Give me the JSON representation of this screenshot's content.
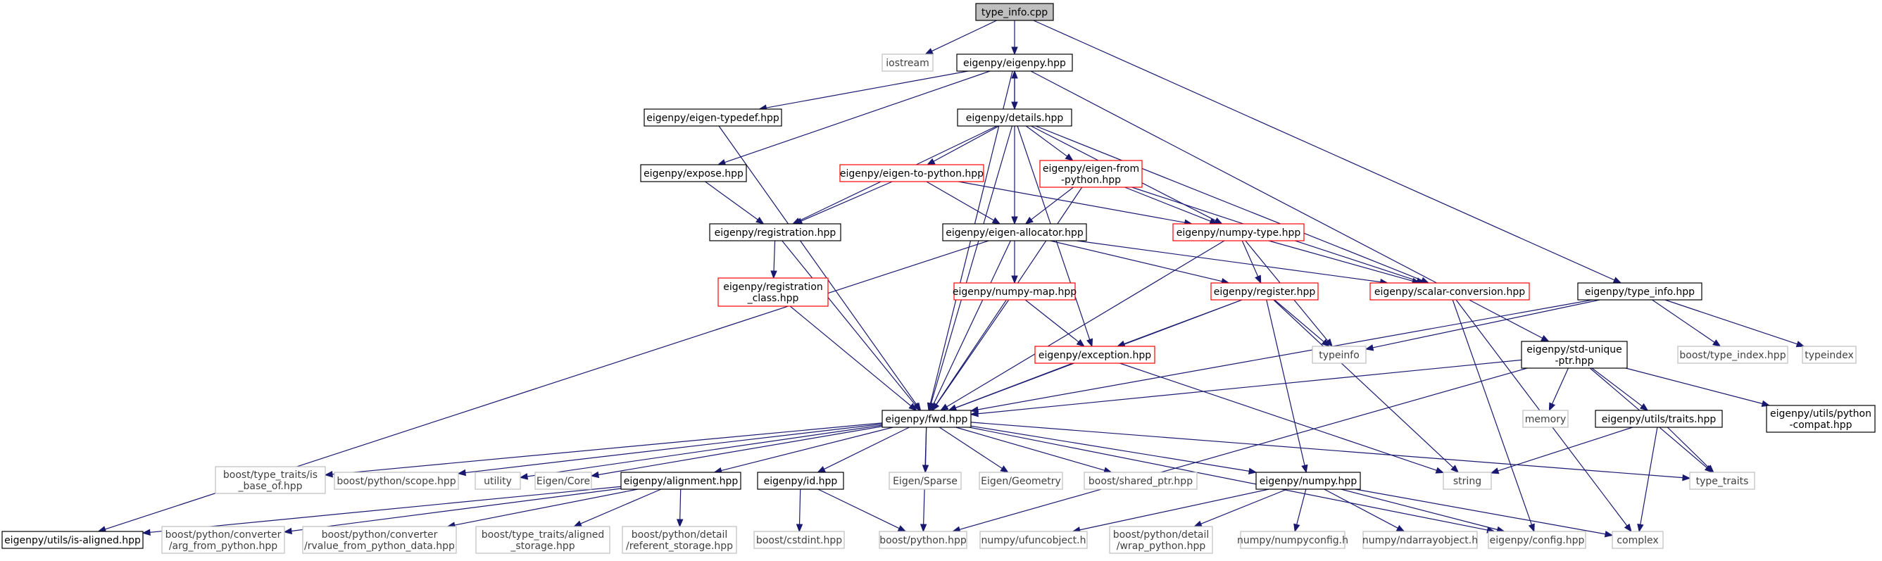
{
  "colors": {
    "edge": "#191970",
    "black_border": "#000000",
    "red_border": "#ff0000",
    "gray_border": "#bfbfbf",
    "gray_text": "#404040",
    "root_fill": "#bfbfbf"
  },
  "nodes": [
    {
      "id": "type_info_cpp",
      "lines": [
        "type_info.cpp"
      ],
      "style": "root"
    },
    {
      "id": "iostream",
      "lines": [
        "iostream"
      ],
      "style": "gray"
    },
    {
      "id": "eigenpy_hpp",
      "lines": [
        "eigenpy/eigenpy.hpp"
      ],
      "style": "black"
    },
    {
      "id": "type_info_hpp",
      "lines": [
        "eigenpy/type_info.hpp"
      ],
      "style": "black"
    },
    {
      "id": "eigen_typedef",
      "lines": [
        "eigenpy/eigen-typedef.hpp"
      ],
      "style": "black"
    },
    {
      "id": "details",
      "lines": [
        "eigenpy/details.hpp"
      ],
      "style": "black"
    },
    {
      "id": "expose",
      "lines": [
        "eigenpy/expose.hpp"
      ],
      "style": "black"
    },
    {
      "id": "eigen_to_python",
      "lines": [
        "eigenpy/eigen-to-python.hpp"
      ],
      "style": "red"
    },
    {
      "id": "eigen_from_python",
      "lines": [
        "eigenpy/eigen-from",
        "-python.hpp"
      ],
      "style": "red"
    },
    {
      "id": "registration",
      "lines": [
        "eigenpy/registration.hpp"
      ],
      "style": "black"
    },
    {
      "id": "eigen_allocator",
      "lines": [
        "eigenpy/eigen-allocator.hpp"
      ],
      "style": "black"
    },
    {
      "id": "numpy_type",
      "lines": [
        "eigenpy/numpy-type.hpp"
      ],
      "style": "red"
    },
    {
      "id": "registration_class",
      "lines": [
        "eigenpy/registration",
        "_class.hpp"
      ],
      "style": "red"
    },
    {
      "id": "numpy_map",
      "lines": [
        "eigenpy/numpy-map.hpp"
      ],
      "style": "red"
    },
    {
      "id": "register",
      "lines": [
        "eigenpy/register.hpp"
      ],
      "style": "red"
    },
    {
      "id": "scalar_conversion",
      "lines": [
        "eigenpy/scalar-conversion.hpp"
      ],
      "style": "red"
    },
    {
      "id": "exception",
      "lines": [
        "eigenpy/exception.hpp"
      ],
      "style": "red"
    },
    {
      "id": "typeinfo",
      "lines": [
        "typeinfo"
      ],
      "style": "gray"
    },
    {
      "id": "std_unique_ptr",
      "lines": [
        "eigenpy/std-unique",
        "-ptr.hpp"
      ],
      "style": "black"
    },
    {
      "id": "boost_type_index",
      "lines": [
        "boost/type_index.hpp"
      ],
      "style": "gray"
    },
    {
      "id": "typeindex",
      "lines": [
        "typeindex"
      ],
      "style": "gray"
    },
    {
      "id": "fwd",
      "lines": [
        "eigenpy/fwd.hpp"
      ],
      "style": "black"
    },
    {
      "id": "memory",
      "lines": [
        "memory"
      ],
      "style": "gray"
    },
    {
      "id": "utils_traits",
      "lines": [
        "eigenpy/utils/traits.hpp"
      ],
      "style": "black"
    },
    {
      "id": "python_compat",
      "lines": [
        "eigenpy/utils/python",
        "-compat.hpp"
      ],
      "style": "black"
    },
    {
      "id": "is_base_of",
      "lines": [
        "boost/type_traits/is",
        "_base_of.hpp"
      ],
      "style": "gray"
    },
    {
      "id": "python_scope",
      "lines": [
        "boost/python/scope.hpp"
      ],
      "style": "gray"
    },
    {
      "id": "utility",
      "lines": [
        "utility"
      ],
      "style": "gray"
    },
    {
      "id": "eigen_core",
      "lines": [
        "Eigen/Core"
      ],
      "style": "gray"
    },
    {
      "id": "alignment",
      "lines": [
        "eigenpy/alignment.hpp"
      ],
      "style": "black"
    },
    {
      "id": "id_hpp",
      "lines": [
        "eigenpy/id.hpp"
      ],
      "style": "black"
    },
    {
      "id": "eigen_sparse",
      "lines": [
        "Eigen/Sparse"
      ],
      "style": "gray"
    },
    {
      "id": "eigen_geometry",
      "lines": [
        "Eigen/Geometry"
      ],
      "style": "gray"
    },
    {
      "id": "shared_ptr",
      "lines": [
        "boost/shared_ptr.hpp"
      ],
      "style": "gray"
    },
    {
      "id": "numpy_hpp",
      "lines": [
        "eigenpy/numpy.hpp"
      ],
      "style": "black"
    },
    {
      "id": "string",
      "lines": [
        "string"
      ],
      "style": "gray"
    },
    {
      "id": "type_traits",
      "lines": [
        "type_traits"
      ],
      "style": "gray"
    },
    {
      "id": "is_aligned",
      "lines": [
        "eigenpy/utils/is-aligned.hpp"
      ],
      "style": "black"
    },
    {
      "id": "arg_from_python",
      "lines": [
        "boost/python/converter",
        "/arg_from_python.hpp"
      ],
      "style": "gray"
    },
    {
      "id": "rvalue_from_python",
      "lines": [
        "boost/python/converter",
        "/rvalue_from_python_data.hpp"
      ],
      "style": "gray"
    },
    {
      "id": "aligned_storage",
      "lines": [
        "boost/type_traits/aligned",
        "_storage.hpp"
      ],
      "style": "gray"
    },
    {
      "id": "referent_storage",
      "lines": [
        "boost/python/detail",
        "/referent_storage.hpp"
      ],
      "style": "gray"
    },
    {
      "id": "cstdint",
      "lines": [
        "boost/cstdint.hpp"
      ],
      "style": "gray"
    },
    {
      "id": "boost_python",
      "lines": [
        "boost/python.hpp"
      ],
      "style": "gray"
    },
    {
      "id": "ufuncobject",
      "lines": [
        "numpy/ufuncobject.h"
      ],
      "style": "gray"
    },
    {
      "id": "wrap_python",
      "lines": [
        "boost/python/detail",
        "/wrap_python.hpp"
      ],
      "style": "gray"
    },
    {
      "id": "numpyconfig",
      "lines": [
        "numpy/numpyconfig.h"
      ],
      "style": "gray"
    },
    {
      "id": "ndarrayobject",
      "lines": [
        "numpy/ndarrayobject.h"
      ],
      "style": "gray"
    },
    {
      "id": "config",
      "lines": [
        "eigenpy/config.hpp"
      ],
      "style": "gray"
    },
    {
      "id": "complex",
      "lines": [
        "complex"
      ],
      "style": "gray"
    }
  ],
  "edges": [
    [
      "type_info_cpp",
      "iostream"
    ],
    [
      "type_info_cpp",
      "eigenpy_hpp"
    ],
    [
      "type_info_cpp",
      "type_info_hpp"
    ],
    [
      "eigenpy_hpp",
      "eigen_typedef"
    ],
    [
      "eigenpy_hpp",
      "details"
    ],
    [
      "eigenpy_hpp",
      "expose"
    ],
    [
      "eigenpy_hpp",
      "fwd"
    ],
    [
      "eigenpy_hpp",
      "std_unique_ptr"
    ],
    [
      "details",
      "eigenpy_hpp"
    ],
    [
      "details",
      "eigen_to_python"
    ],
    [
      "details",
      "eigen_from_python"
    ],
    [
      "details",
      "registration"
    ],
    [
      "details",
      "eigen_allocator"
    ],
    [
      "details",
      "numpy_type"
    ],
    [
      "details",
      "scalar_conversion"
    ],
    [
      "details",
      "exception"
    ],
    [
      "details",
      "fwd"
    ],
    [
      "eigen_typedef",
      "fwd"
    ],
    [
      "expose",
      "registration"
    ],
    [
      "eigen_to_python",
      "registration"
    ],
    [
      "eigen_to_python",
      "eigen_allocator"
    ],
    [
      "eigen_to_python",
      "numpy_type"
    ],
    [
      "eigen_from_python",
      "eigen_allocator"
    ],
    [
      "eigen_from_python",
      "numpy_type"
    ],
    [
      "eigen_from_python",
      "scalar_conversion"
    ],
    [
      "eigen_from_python",
      "fwd"
    ],
    [
      "registration",
      "registration_class"
    ],
    [
      "registration",
      "fwd"
    ],
    [
      "registration_class",
      "fwd"
    ],
    [
      "eigen_allocator",
      "numpy_map"
    ],
    [
      "eigen_allocator",
      "register"
    ],
    [
      "eigen_allocator",
      "scalar_conversion"
    ],
    [
      "eigen_allocator",
      "is_aligned"
    ],
    [
      "eigen_allocator",
      "fwd"
    ],
    [
      "numpy_type",
      "register"
    ],
    [
      "numpy_type",
      "scalar_conversion"
    ],
    [
      "numpy_type",
      "typeinfo"
    ],
    [
      "numpy_type",
      "fwd"
    ],
    [
      "numpy_map",
      "exception"
    ],
    [
      "numpy_map",
      "fwd"
    ],
    [
      "register",
      "exception"
    ],
    [
      "register",
      "typeinfo"
    ],
    [
      "register",
      "string"
    ],
    [
      "register",
      "numpy_hpp"
    ],
    [
      "register",
      "fwd"
    ],
    [
      "scalar_conversion",
      "config"
    ],
    [
      "scalar_conversion",
      "complex"
    ],
    [
      "exception",
      "fwd"
    ],
    [
      "exception",
      "string"
    ],
    [
      "type_info_hpp",
      "typeinfo"
    ],
    [
      "type_info_hpp",
      "boost_type_index"
    ],
    [
      "type_info_hpp",
      "typeindex"
    ],
    [
      "type_info_hpp",
      "fwd"
    ],
    [
      "std_unique_ptr",
      "fwd"
    ],
    [
      "std_unique_ptr",
      "memory"
    ],
    [
      "std_unique_ptr",
      "utils_traits"
    ],
    [
      "std_unique_ptr",
      "python_compat"
    ],
    [
      "std_unique_ptr",
      "type_traits"
    ],
    [
      "std_unique_ptr",
      "boost_python"
    ],
    [
      "utils_traits",
      "string"
    ],
    [
      "utils_traits",
      "type_traits"
    ],
    [
      "utils_traits",
      "complex"
    ],
    [
      "fwd",
      "is_base_of"
    ],
    [
      "fwd",
      "python_scope"
    ],
    [
      "fwd",
      "utility"
    ],
    [
      "fwd",
      "eigen_core"
    ],
    [
      "fwd",
      "alignment"
    ],
    [
      "fwd",
      "id_hpp"
    ],
    [
      "fwd",
      "eigen_sparse"
    ],
    [
      "fwd",
      "eigen_geometry"
    ],
    [
      "fwd",
      "shared_ptr"
    ],
    [
      "fwd",
      "numpy_hpp"
    ],
    [
      "fwd",
      "type_traits"
    ],
    [
      "fwd",
      "boost_python"
    ],
    [
      "fwd",
      "config"
    ],
    [
      "alignment",
      "is_aligned"
    ],
    [
      "alignment",
      "arg_from_python"
    ],
    [
      "alignment",
      "rvalue_from_python"
    ],
    [
      "alignment",
      "aligned_storage"
    ],
    [
      "alignment",
      "referent_storage"
    ],
    [
      "id_hpp",
      "cstdint"
    ],
    [
      "id_hpp",
      "boost_python"
    ],
    [
      "numpy_hpp",
      "ufuncobject"
    ],
    [
      "numpy_hpp",
      "wrap_python"
    ],
    [
      "numpy_hpp",
      "numpyconfig"
    ],
    [
      "numpy_hpp",
      "ndarrayobject"
    ],
    [
      "numpy_hpp",
      "config"
    ],
    [
      "numpy_hpp",
      "complex"
    ]
  ]
}
